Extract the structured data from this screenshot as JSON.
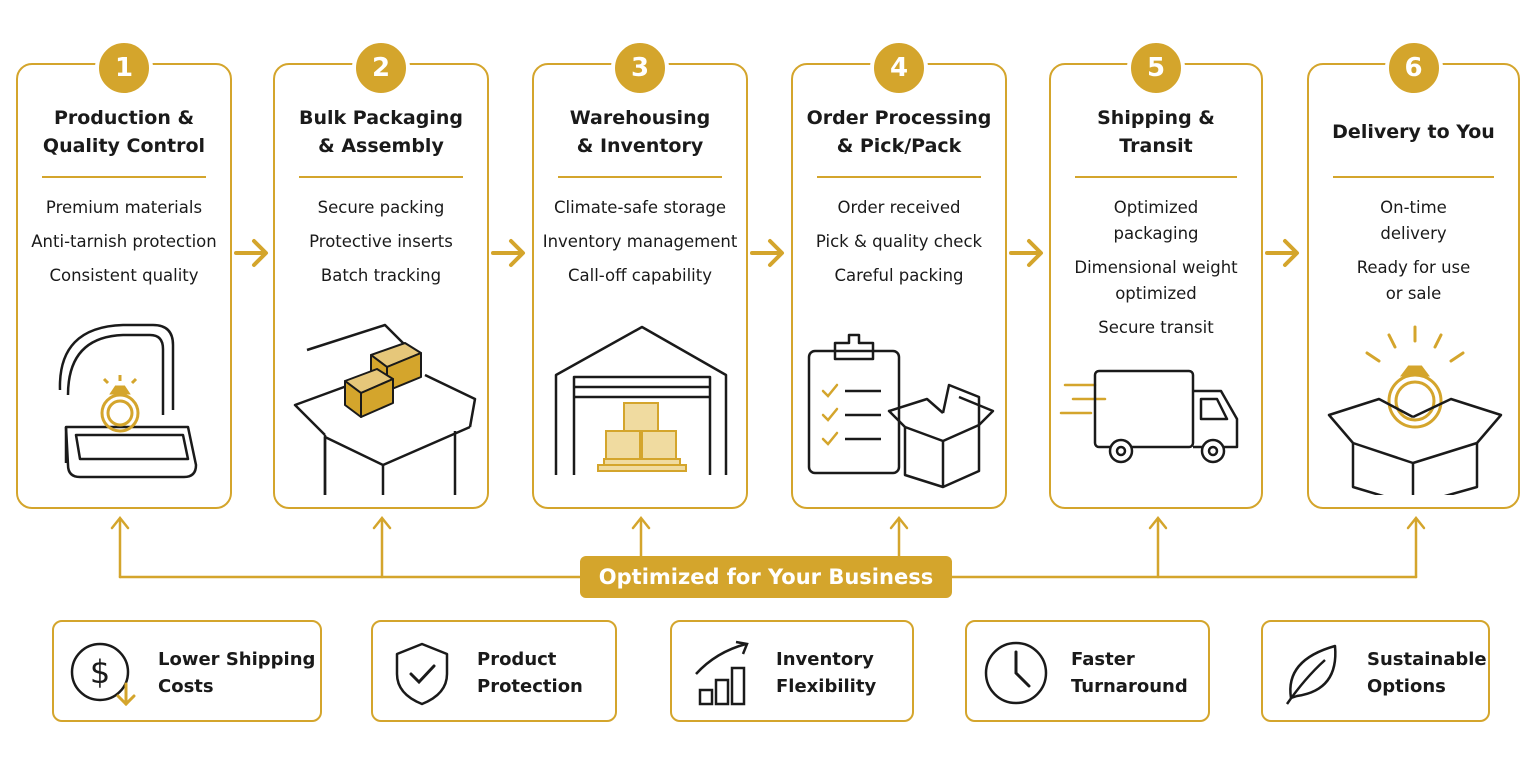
{
  "steps": [
    {
      "number": "1",
      "title_lines": [
        "Production &",
        "Quality Control"
      ],
      "bullets": [
        "Premium materials",
        "Anti-tarnish protection",
        "Consistent quality"
      ],
      "icon": "ring-box-icon"
    },
    {
      "number": "2",
      "title_lines": [
        "Bulk Packaging",
        "& Assembly"
      ],
      "bullets": [
        "Secure packing",
        "Protective inserts",
        "Batch tracking"
      ],
      "icon": "open-box-icon"
    },
    {
      "number": "3",
      "title_lines": [
        "Warehousing",
        "& Inventory"
      ],
      "bullets": [
        "Climate-safe storage",
        "Inventory management",
        "Call-off capability"
      ],
      "icon": "warehouse-icon"
    },
    {
      "number": "4",
      "title_lines": [
        "Order Processing",
        "& Pick/Pack"
      ],
      "bullets": [
        "Order received",
        "Pick & quality check",
        "Careful packing"
      ],
      "icon": "clipboard-box-icon"
    },
    {
      "number": "5",
      "title_lines": [
        "Shipping &",
        "Transit"
      ],
      "bullets": [
        "Optimized packaging",
        "Dimensional weight optimized",
        "Secure transit"
      ],
      "icon": "truck-icon"
    },
    {
      "number": "6",
      "title_lines": [
        "Delivery to You"
      ],
      "bullets": [
        "On-time delivery",
        "Ready for use or sale"
      ],
      "icon": "gift-box-ring-icon"
    }
  ],
  "banner": "Optimized for Your Business",
  "benefits": [
    {
      "label_lines": [
        "Lower Shipping",
        "Costs"
      ],
      "icon": "dollar-down-icon"
    },
    {
      "label_lines": [
        "Product",
        "Protection"
      ],
      "icon": "shield-check-icon"
    },
    {
      "label_lines": [
        "Inventory",
        "Flexibility"
      ],
      "icon": "bar-chart-up-icon"
    },
    {
      "label_lines": [
        "Faster",
        "Turnaround"
      ],
      "icon": "clock-icon"
    },
    {
      "label_lines": [
        "Sustainable",
        "Options"
      ],
      "icon": "leaf-icon"
    }
  ],
  "colors": {
    "accent": "#d4a52c",
    "ink": "#1a1a1a",
    "background": "#ffffff"
  }
}
